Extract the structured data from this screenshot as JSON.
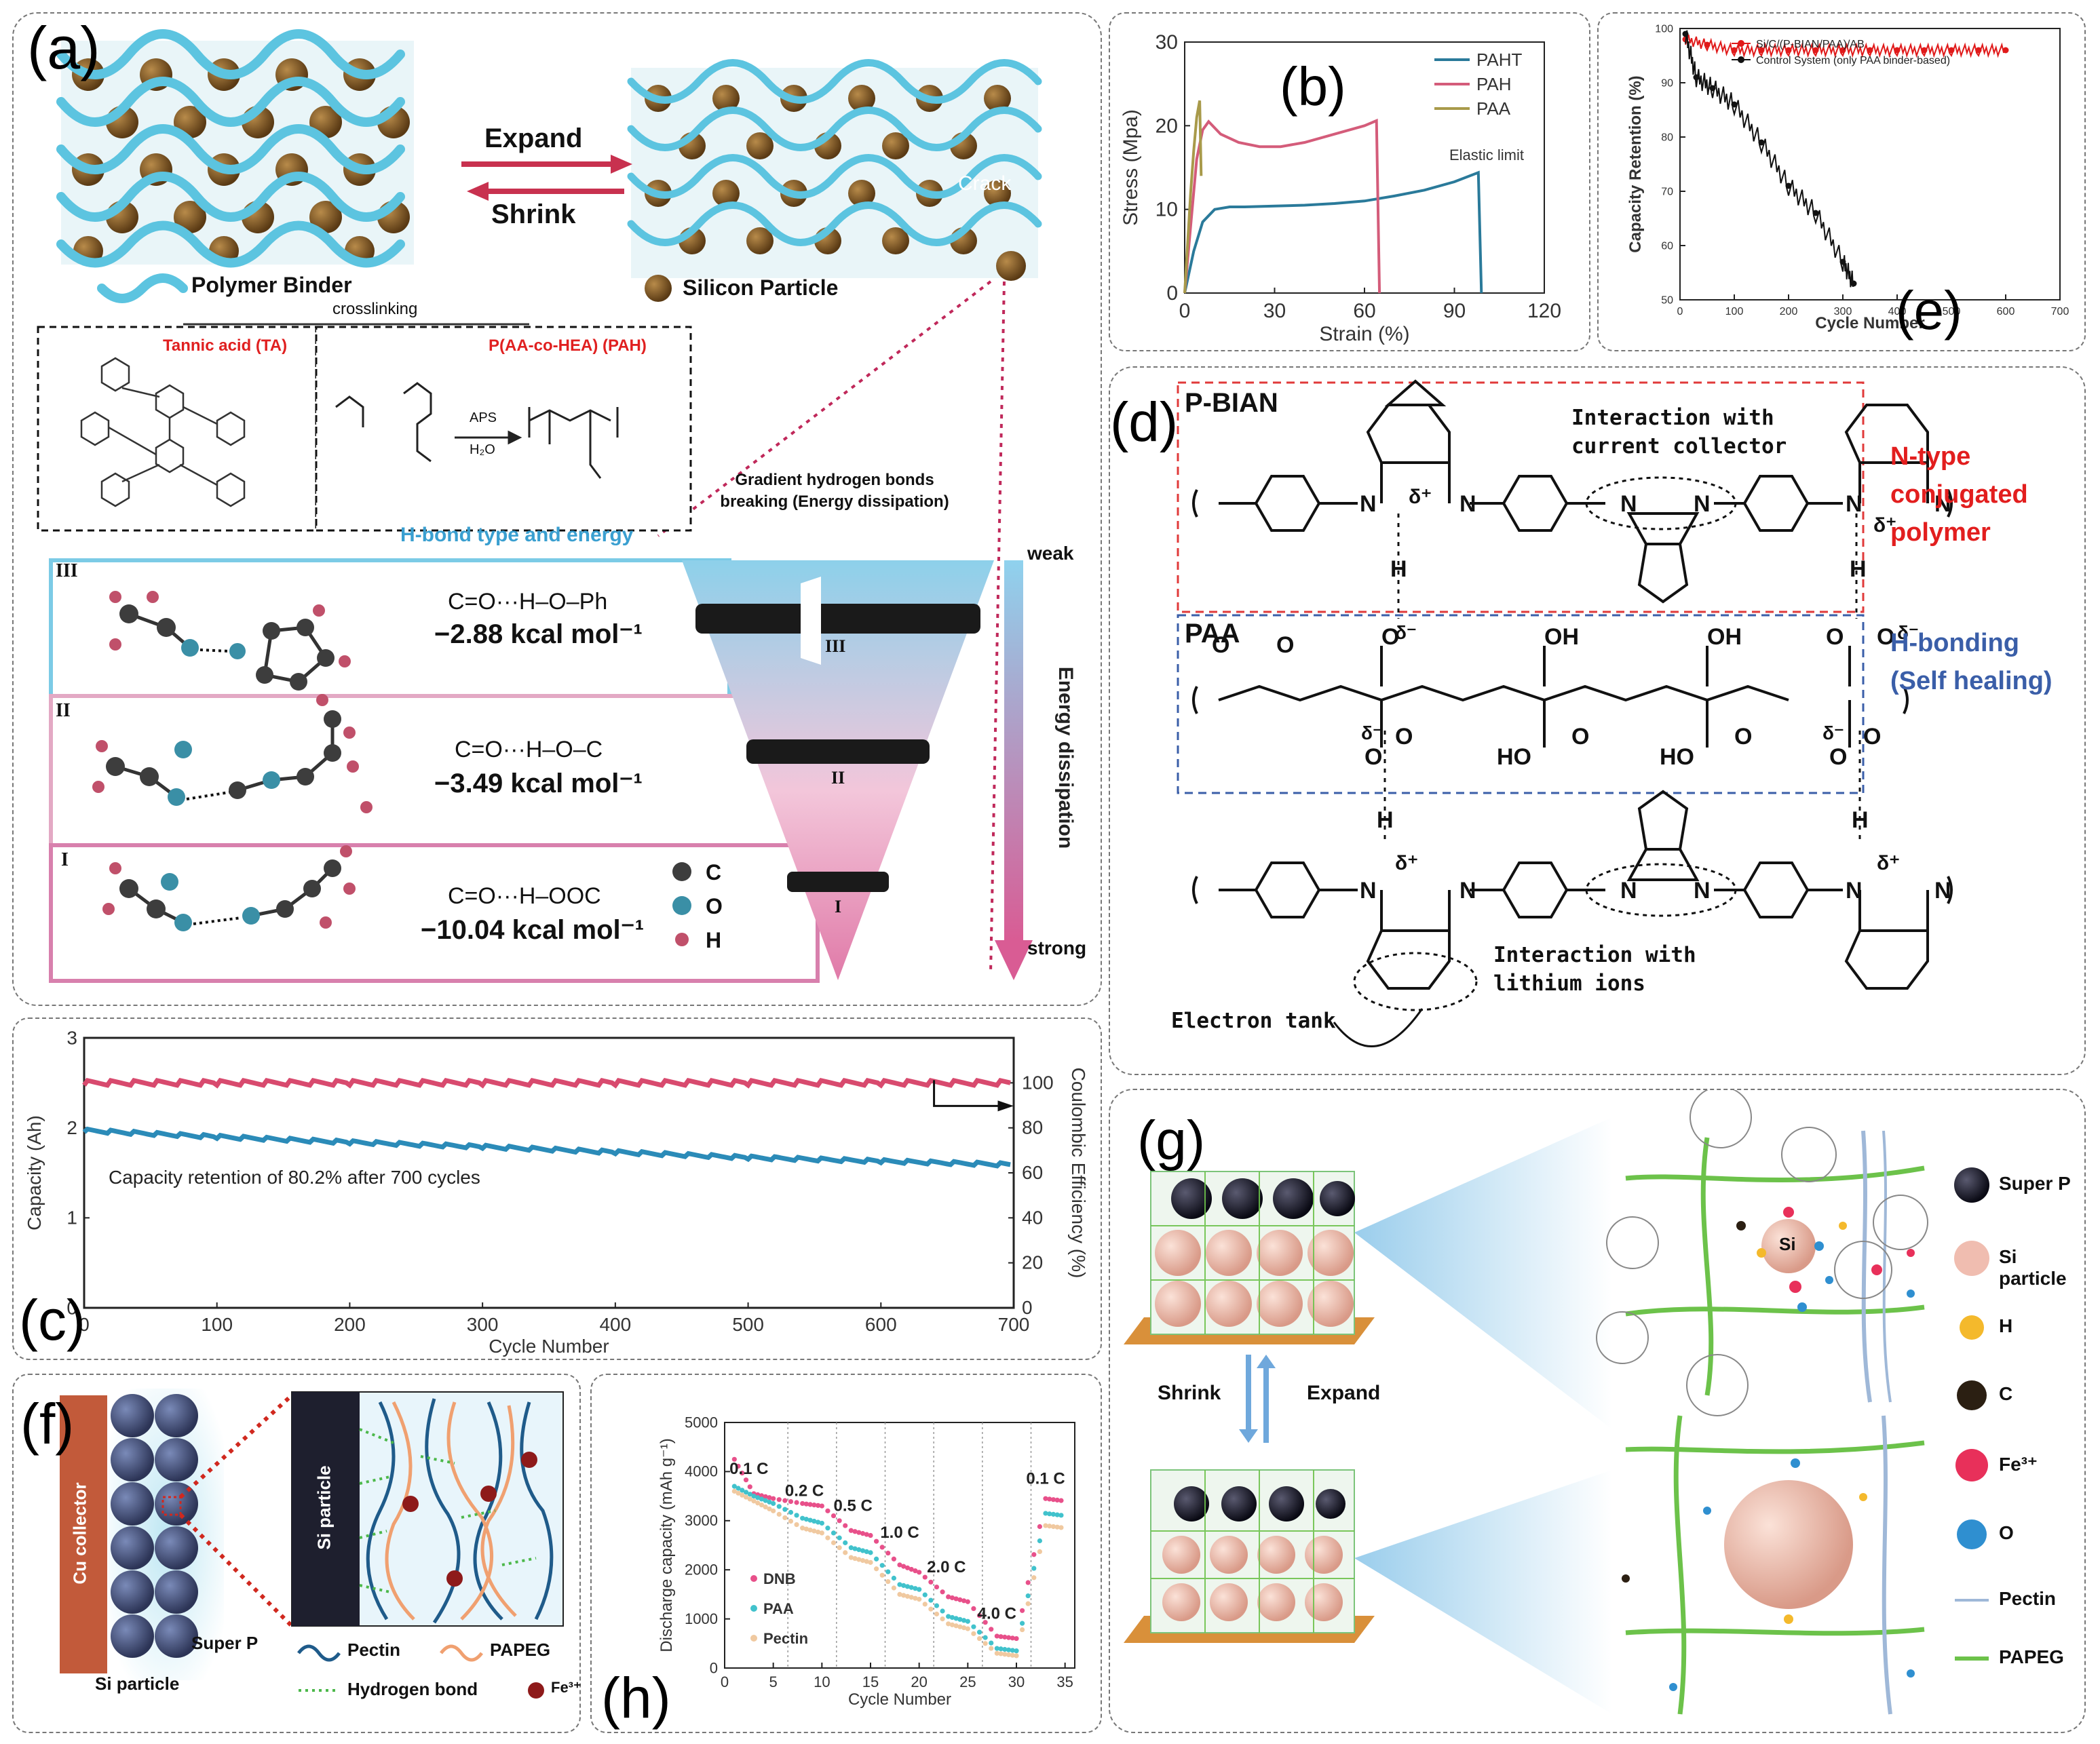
{
  "panel_a": {
    "letter": "(a)",
    "expand": "Expand",
    "shrink": "Shrink",
    "crack": "Crack",
    "polymer_binder": "Polymer Binder",
    "silicon_particle": "Silicon Particle",
    "crosslinking": "crosslinking",
    "tannic_acid": "Tannic acid (TA)",
    "pah": "P(AA-co-HEA) (PAH)",
    "aps": "APS",
    "h2o": "H₂O",
    "hbond_title": "H-bond type and energy",
    "gradient": "Gradient hydrogen bonds breaking (Energy dissipation)",
    "weak": "weak",
    "strong": "strong",
    "energy_dissipation": "Energy dissipation",
    "legend": [
      {
        "label": "C",
        "color": "#3d3d3d"
      },
      {
        "label": "O",
        "color": "#3a8fa6"
      },
      {
        "label": "H",
        "color": "#c0506a"
      }
    ],
    "rows": [
      {
        "numeral": "III",
        "bond": "C=O···H–O–Ph",
        "energy": "−2.88 kcal mol⁻¹"
      },
      {
        "numeral": "II",
        "bond": "C=O···H–O–C",
        "energy": "−3.49 kcal mol⁻¹"
      },
      {
        "numeral": "I",
        "bond": "C=O···H–OOC",
        "energy": "−10.04 kcal mol⁻¹"
      }
    ]
  },
  "panel_b": {
    "letter": "(b)",
    "elastic_limit": "Elastic limit",
    "chart_data": {
      "type": "line",
      "xlabel": "Strain (%)",
      "ylabel": "Stress (Mpa)",
      "xlim": [
        0,
        120
      ],
      "ylim": [
        0,
        30
      ],
      "xticks": [
        0,
        30,
        60,
        90,
        120
      ],
      "yticks": [
        0,
        10,
        20,
        30
      ],
      "legend_position": "top-right",
      "series": [
        {
          "name": "PAHT",
          "color": "#2a7a9a",
          "x": [
            0,
            3,
            6,
            10,
            15,
            20,
            30,
            40,
            50,
            60,
            70,
            80,
            90,
            98,
            99
          ],
          "y": [
            0,
            5,
            8.5,
            10,
            10.3,
            10.3,
            10.4,
            10.5,
            10.7,
            11,
            11.6,
            12.3,
            13.3,
            14.4,
            0
          ]
        },
        {
          "name": "PAH",
          "color": "#d45c7a",
          "x": [
            0,
            2,
            4,
            6,
            8,
            12,
            18,
            25,
            32,
            40,
            50,
            60,
            64,
            65
          ],
          "y": [
            0,
            8,
            16,
            19.5,
            20.5,
            19,
            18,
            17.5,
            17.5,
            18,
            19,
            20,
            20.6,
            0
          ]
        },
        {
          "name": "PAA",
          "color": "#a89a4a",
          "x": [
            0,
            1,
            2,
            3,
            4,
            5,
            5.5
          ],
          "y": [
            0,
            6,
            12,
            17,
            21,
            23,
            14
          ]
        }
      ]
    }
  },
  "panel_e": {
    "letter": "(e)",
    "chart_data": {
      "type": "scatter",
      "xlabel": "Cycle Number",
      "ylabel": "Capacity Retention (%)",
      "xlim": [
        0,
        700
      ],
      "ylim": [
        50,
        100
      ],
      "xticks": [
        0,
        100,
        200,
        300,
        400,
        500,
        600,
        700
      ],
      "yticks": [
        50,
        60,
        70,
        80,
        90,
        100
      ],
      "legend_position": "top-right",
      "series": [
        {
          "name": "Si/C/(P-BIAN/PAA)/AB",
          "color": "#e01a1a",
          "x": [
            10,
            50,
            100,
            150,
            200,
            250,
            300,
            350,
            400,
            450,
            500,
            550,
            600
          ],
          "y": [
            98,
            97,
            96,
            96,
            96,
            96,
            96,
            96,
            96,
            96,
            96,
            96,
            96
          ]
        },
        {
          "name": "Control System (only PAA binder-based)",
          "color": "#111111",
          "x": [
            10,
            30,
            60,
            100,
            150,
            200,
            250,
            300,
            320
          ],
          "y": [
            99,
            91,
            89,
            86,
            79,
            71,
            66,
            57,
            53
          ]
        }
      ]
    }
  },
  "panel_c": {
    "letter": "(c)",
    "annotation": "Capacity retention of 80.2% after 700 cycles",
    "chart_data": {
      "type": "line",
      "xlabel": "Cycle Number",
      "ylabel": "Capacity (Ah)",
      "y2label": "Coulombic Efficiency (%)",
      "xlim": [
        0,
        700
      ],
      "ylim": [
        0,
        3
      ],
      "y2lim": [
        0,
        120
      ],
      "xticks": [
        0,
        100,
        200,
        300,
        400,
        500,
        600,
        700
      ],
      "yticks": [
        0,
        1,
        2,
        3
      ],
      "y2ticks": [
        0,
        20,
        40,
        60,
        80,
        100
      ],
      "series": [
        {
          "name": "Capacity",
          "axis": "left",
          "color": "#2b8bb8",
          "x": [
            0,
            100,
            200,
            300,
            400,
            500,
            600,
            700
          ],
          "y": [
            1.97,
            1.9,
            1.84,
            1.79,
            1.73,
            1.67,
            1.63,
            1.59
          ]
        },
        {
          "name": "Coulombic Efficiency",
          "axis": "right",
          "color": "#d84a6e",
          "x": [
            0,
            100,
            200,
            300,
            400,
            500,
            600,
            700
          ],
          "y": [
            100,
            100,
            100,
            100,
            100,
            100,
            100,
            100
          ]
        }
      ]
    }
  },
  "panel_d": {
    "letter": "(d)",
    "pbian": "P-BIAN",
    "paa": "PAA",
    "interaction_cc": [
      "Interaction with",
      "current collector"
    ],
    "interaction_li": [
      "Interaction with",
      "lithium ions"
    ],
    "electron_tank": "Electron tank",
    "ntype": [
      "N-type",
      "conjugated",
      "polymer"
    ],
    "hbonding": [
      "H-bonding",
      "(Self healing)"
    ]
  },
  "panel_f": {
    "letter": "(f)",
    "cu_collector": "Cu collector",
    "si_particle_inner": "Si particle",
    "super_p": "Super P",
    "si_particle": "Si particle",
    "legend": [
      "Pectin",
      "PAPEG",
      "Hydrogen bond",
      "Fe³⁺"
    ]
  },
  "panel_h": {
    "letter": "(h)",
    "rate_labels": [
      "0.1 C",
      "0.2 C",
      "0.5 C",
      "1.0 C",
      "2.0 C",
      "4.0 C",
      "0.1 C"
    ],
    "chart_data": {
      "type": "scatter",
      "xlabel": "Cycle Number",
      "ylabel": "Discharge capacity (mAh g⁻¹)",
      "xlim": [
        0,
        36
      ],
      "ylim": [
        0,
        5000
      ],
      "xticks": [
        0,
        5,
        10,
        15,
        20,
        25,
        30,
        35
      ],
      "yticks": [
        0,
        1000,
        2000,
        3000,
        4000,
        5000
      ],
      "legend_position": "center-left",
      "series": [
        {
          "name": "DNB",
          "color": "#e8508a",
          "x": [
            1,
            3,
            5,
            8,
            10,
            13,
            15,
            18,
            20,
            23,
            25,
            28,
            30,
            33,
            35
          ],
          "y": [
            4250,
            3550,
            3450,
            3350,
            3300,
            2800,
            2700,
            2100,
            1950,
            1450,
            1350,
            650,
            600,
            3450,
            3400
          ]
        },
        {
          "name": "PAA",
          "color": "#41c2cc",
          "x": [
            1,
            3,
            5,
            8,
            10,
            13,
            15,
            18,
            20,
            23,
            25,
            28,
            30,
            33,
            35
          ],
          "y": [
            3700,
            3500,
            3350,
            3050,
            2950,
            2450,
            2350,
            1700,
            1600,
            1050,
            950,
            400,
            350,
            3150,
            3100
          ]
        },
        {
          "name": "Pectin",
          "color": "#f0c9a0",
          "x": [
            1,
            3,
            5,
            8,
            10,
            13,
            15,
            18,
            20,
            23,
            25,
            28,
            30,
            33,
            35
          ],
          "y": [
            3600,
            3400,
            3200,
            2850,
            2750,
            2250,
            2150,
            1500,
            1400,
            900,
            800,
            300,
            250,
            2900,
            2850
          ]
        }
      ]
    }
  },
  "panel_g": {
    "letter": "(g)",
    "shrink": "Shrink",
    "expand": "Expand",
    "si": "Si",
    "legend": [
      {
        "label": "Super P",
        "color": "#1a1a24"
      },
      {
        "label": "Si particle",
        "color": "#f0bdb0"
      },
      {
        "label": "H",
        "color": "#f4b92c"
      },
      {
        "label": "C",
        "color": "#2b1f12"
      },
      {
        "label": "Fe³⁺",
        "color": "#e8305a"
      },
      {
        "label": "O",
        "color": "#2f8fd0"
      },
      {
        "label": "Pectin",
        "color": "#9fb8d8"
      },
      {
        "label": "PAPEG",
        "color": "#6cc24a"
      }
    ]
  }
}
